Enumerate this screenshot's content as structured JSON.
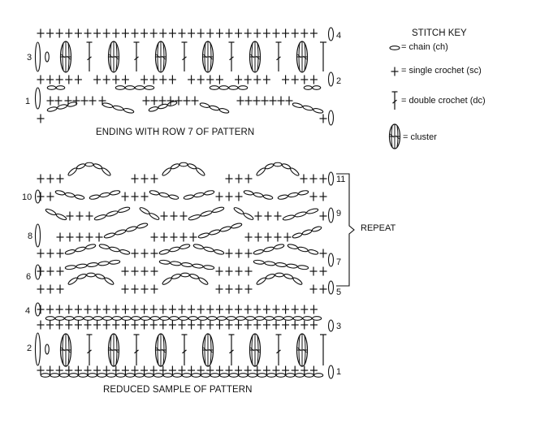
{
  "key": {
    "title": "STITCH KEY",
    "items": [
      {
        "symbol": "chain-symbol-icon",
        "label": "= chain (ch)"
      },
      {
        "symbol": "single-crochet-symbol-icon",
        "label": "= single crochet (sc)"
      },
      {
        "symbol": "double-crochet-symbol-icon",
        "label": "= double crochet (dc)"
      },
      {
        "symbol": "cluster-symbol-icon",
        "label": "= cluster"
      }
    ]
  },
  "top_chart": {
    "caption": "ENDING WITH ROW 7 OF PATTERN",
    "row_labels": {
      "r1": "1",
      "r2": "2",
      "r3": "3",
      "r4": "4"
    }
  },
  "bottom_chart": {
    "caption": "REDUCED SAMPLE OF PATTERN",
    "repeat_label": "REPEAT",
    "row_labels": {
      "r1": "1",
      "r2": "2",
      "r3": "3",
      "r4": "4",
      "r5": "5",
      "r6": "6",
      "r7": "7",
      "r8": "8",
      "r9": "9",
      "r10": "10",
      "r11": "11"
    }
  },
  "colors": {
    "ink": "#111111",
    "background": "#ffffff"
  }
}
